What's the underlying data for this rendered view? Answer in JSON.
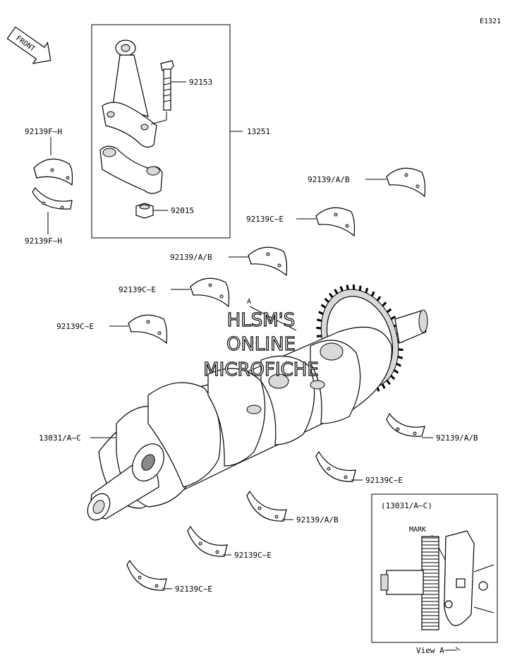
{
  "diagram": {
    "code": "E1321",
    "front_label": "FRONT",
    "watermark": [
      "HLSM'S",
      "ONLINE",
      "MICROFICHE"
    ],
    "callout_a": "A",
    "labels": {
      "bolt": "92153",
      "rod_assy": "13251",
      "nut": "92015",
      "rod_bearing_top": "92139F~H",
      "rod_bearing_bottom": "92139F~H",
      "main_ab_1": "92139/A/B",
      "main_ce_1": "92139C~E",
      "main_ab_2": "92139/A/B",
      "main_ce_2": "92139C~E",
      "main_ce_3": "92139C~E",
      "crankshaft": "13031/A~C",
      "lower_ab_1": "92139/A/B",
      "lower_ce_1": "92139C~E",
      "lower_ab_2": "92139/A/B",
      "lower_ce_2": "92139C~E",
      "lower_ce_3": "92139C~E"
    },
    "view_a": {
      "title": "(13031/A~C)",
      "mark": "MARK",
      "caption": "View A"
    }
  }
}
